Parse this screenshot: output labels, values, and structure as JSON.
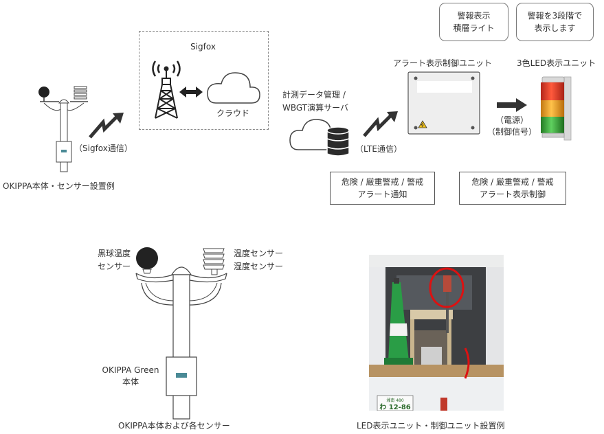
{
  "top_left": {
    "caption": "OKIPPA本体・センサー設置例",
    "link_label": "（Sigfox通信）"
  },
  "sigfox": {
    "title": "Sigfox",
    "cloud_label": "クラウド"
  },
  "server": {
    "line1": "計測データ管理 /",
    "line2": "WBGT演算サーバ",
    "link_label": "（LTE通信）"
  },
  "alert_box": {
    "line1": "危険 / 厳重警戒 / 警戒",
    "line2": "アラート通知"
  },
  "control_unit": {
    "title": "アラート表示制御ユニット"
  },
  "control_box": {
    "line1": "危険 / 厳重警戒 / 警戒",
    "line2": "アラート表示制御"
  },
  "power_label": {
    "line1": "（電源）",
    "line2": "（制御信号）"
  },
  "led_unit": {
    "title": "3色LED表示ユニット"
  },
  "bubble_left": {
    "line1": "警報表示",
    "line2": "積層ライト"
  },
  "bubble_right": {
    "line1": "警報を3段階で",
    "line2": "表示します"
  },
  "bottom_left": {
    "globe_label_1": "黒球温度",
    "globe_label_2": "センサー",
    "sensor_label_1": "温度センサー",
    "sensor_label_2": "湿度センサー",
    "body_label_1": "OKIPPA Green",
    "body_label_2": "本体",
    "caption": "OKIPPA本体および各センサー"
  },
  "photo": {
    "plate_top": "湘南 480",
    "plate_main": "わ 12-86",
    "caption": "LED表示ユニット・制御ユニット設置例"
  },
  "colors": {
    "line": "#333333",
    "box_border": "#555555",
    "led_red": "#e53a2a",
    "led_amber": "#f0a020",
    "led_green": "#3aa63a",
    "annotation_red": "#dd1111"
  }
}
